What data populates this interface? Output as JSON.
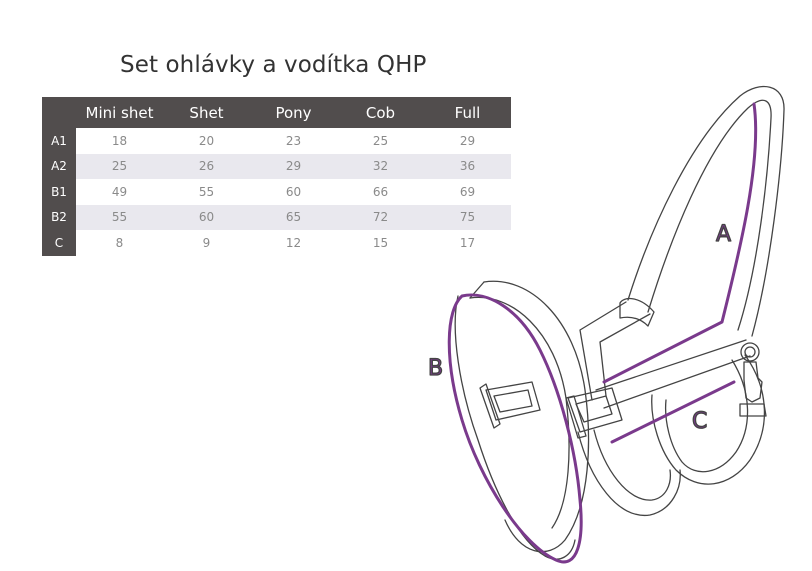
{
  "title": "Set ohlávky a vodítka QHP",
  "table": {
    "columns": [
      "Mini shet",
      "Shet",
      "Pony",
      "Cob",
      "Full"
    ],
    "rows": [
      {
        "label": "A1",
        "values": [
          "18",
          "20",
          "23",
          "25",
          "29"
        ]
      },
      {
        "label": "A2",
        "values": [
          "25",
          "26",
          "29",
          "32",
          "36"
        ]
      },
      {
        "label": "B1",
        "values": [
          "49",
          "55",
          "60",
          "66",
          "69"
        ]
      },
      {
        "label": "B2",
        "values": [
          "55",
          "60",
          "65",
          "72",
          "75"
        ]
      },
      {
        "label": "C",
        "values": [
          "8",
          "9",
          "12",
          "15",
          "17"
        ]
      }
    ]
  },
  "diagram": {
    "labels": {
      "a": "A",
      "b": "B",
      "c": "C"
    },
    "highlight_color": "#7a3a8c",
    "line_color": "#444444"
  }
}
